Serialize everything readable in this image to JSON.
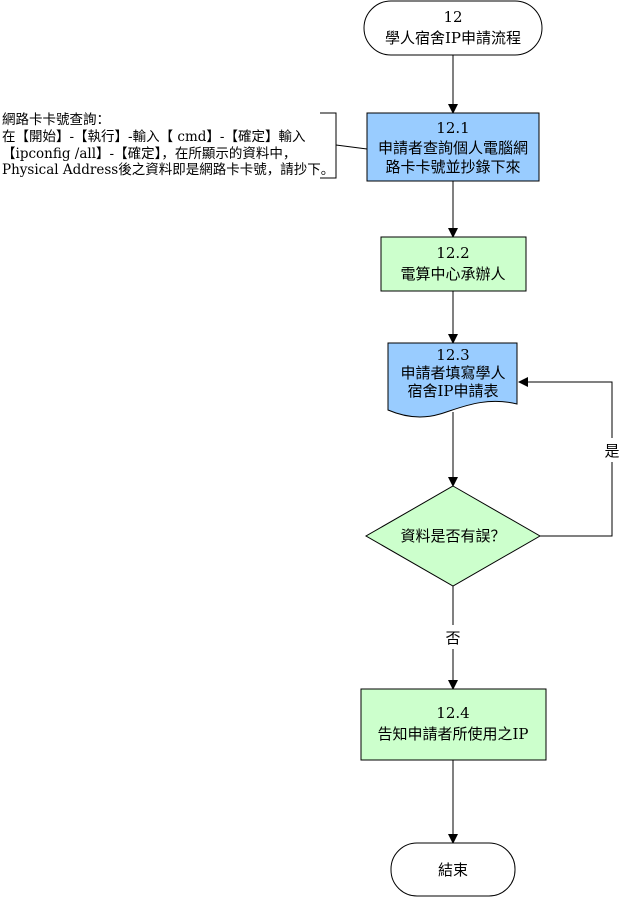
{
  "flowchart": {
    "start": {
      "number": "12",
      "title": "學人宿舍IP申請流程"
    },
    "step1": {
      "number": "12.1",
      "line1": "申請者查詢個人電腦網",
      "line2": "路卡卡號並抄錄下來",
      "fill": "#99ccff"
    },
    "step2": {
      "number": "12.2",
      "line1": "電算中心承辦人",
      "fill": "#ccffcc"
    },
    "step3": {
      "number": "12.3",
      "line1": "申請者填寫學人",
      "line2": "宿舍IP申請表",
      "fill": "#99ccff"
    },
    "decision": {
      "question": "資料是否有誤？",
      "yes_label": "是",
      "no_label": "否",
      "fill": "#ccffcc"
    },
    "step4": {
      "number": "12.4",
      "line1": "告知申請者所使用之IP",
      "fill": "#ccffcc"
    },
    "end": {
      "label": "結束"
    },
    "note": {
      "line1": "網路卡卡號查詢：",
      "line2": "在【開始】-【執行】-輸入【 cmd】-【確定】輸入",
      "line3": "【ipconfig /all】-【確定】，在所顯示的資料中，",
      "line4": "Physical Address後之資料即是網路卡卡號，請抄下。"
    }
  }
}
